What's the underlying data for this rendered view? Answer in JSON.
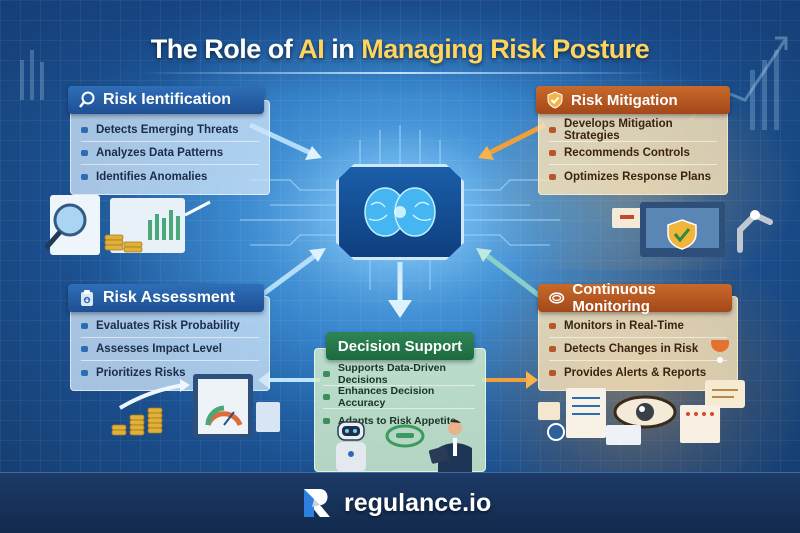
{
  "title": {
    "part1": "The Role of ",
    "highlight1": "AI",
    "part2": " in ",
    "highlight2": "Managing Risk Posture"
  },
  "center": {
    "icon": "brain-chip-icon"
  },
  "cards": {
    "identification": {
      "title": "Risk Ientification",
      "icon": "magnifier-icon",
      "items": [
        "Detects Emerging Threats",
        "Analyzes Data Patterns",
        "Identifies Anomalies"
      ]
    },
    "mitigation": {
      "title": "Risk Mitigation",
      "icon": "shield-check-icon",
      "items": [
        "Develops Mitigation Strategies",
        "Recommends Controls",
        "Optimizes Response Plans"
      ]
    },
    "assessment": {
      "title": "Risk Assessment",
      "icon": "clipboard-icon",
      "items": [
        "Evaluates Risk Probability",
        "Assesses Impact Level",
        "Prioritizes Risks"
      ]
    },
    "monitoring": {
      "title": "Continuous Monitoring",
      "icon": "cycle-icon",
      "items": [
        "Monitors in Real-Time",
        "Detects Changes in Risk",
        "Provides Alerts & Reports"
      ]
    },
    "decision": {
      "title": "Decision Support",
      "items": [
        "Supports Data-Driven Decisions",
        "Enhances Decision Accuracy",
        "Adapts to Risk Appetite"
      ]
    }
  },
  "colors": {
    "blue_header": "#1e4f93",
    "orange_header": "#a3481a",
    "green_header": "#1d6a40",
    "title_highlight": "#ffd45c"
  },
  "footer": {
    "logo_text": "regulance.io"
  }
}
